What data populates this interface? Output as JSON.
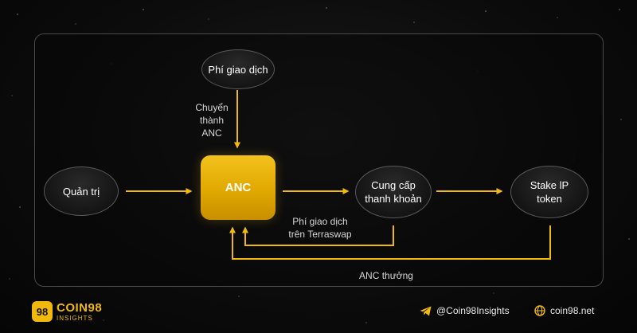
{
  "nodes": {
    "fee": "Phí giao dịch",
    "governance": "Quản trị",
    "anc": "ANC",
    "liquidity": "Cung cấp\nthanh khoản",
    "stake": "Stake lP\ntoken"
  },
  "edge_labels": {
    "convert": "Chuyển\nthành\nANC",
    "terraswap_fee": "Phí giao dịch\ntrên Terraswap",
    "anc_reward": "ANC thưởng"
  },
  "footer": {
    "logo_badge": "98",
    "logo_main": "COIN98",
    "logo_sub": "INSIGHTS",
    "telegram": "@Coin98Insights",
    "website": "coin98.net"
  },
  "colors": {
    "accent": "#f0b90b",
    "node_border": "#595959",
    "background": "#0c0c0c"
  }
}
